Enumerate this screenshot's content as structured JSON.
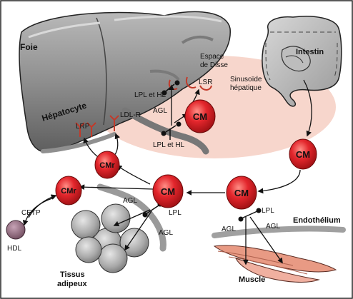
{
  "labels": {
    "foie": "Foie",
    "hepatocyte": "Hépatocyte",
    "espace_line1": "Espace",
    "espace_line2": "de Disse",
    "lsr": "LSR",
    "sinusoide_line1": "Sinusoïde",
    "sinusoide_line2": "hépatique",
    "lpl_hl_top": "LPL et HL",
    "ldl_r": "LDL-R",
    "lrp": "LRP",
    "agl_liver": "AGL",
    "lpl_hl_bottom": "LPL et HL",
    "intestin": "Intestin",
    "cetp": "CETP",
    "hdl": "HDL",
    "agl_adipose_1": "AGL",
    "lpl_adipose": "LPL",
    "agl_adipose_2": "AGL",
    "tissus_line1": "Tissus",
    "tissus_line2": "adipeux",
    "lpl_muscle": "LPL",
    "agl_muscle_1": "AGL",
    "agl_muscle_2": "AGL",
    "endothelium": "Endothélium",
    "muscle": "Muscle"
  },
  "particles": {
    "cm": "CM",
    "cmr": "CMr"
  },
  "colors": {
    "particle_red": "#e0242a",
    "liver_grey": "#8a8a8a",
    "sinusoid_pink": "#f7d6cc",
    "receptor_red": "#c23a2a",
    "adipocyte_grey": "#a6a6a6",
    "hdl_purple": "#8a6478",
    "muscle_pink": "#e89a84"
  }
}
